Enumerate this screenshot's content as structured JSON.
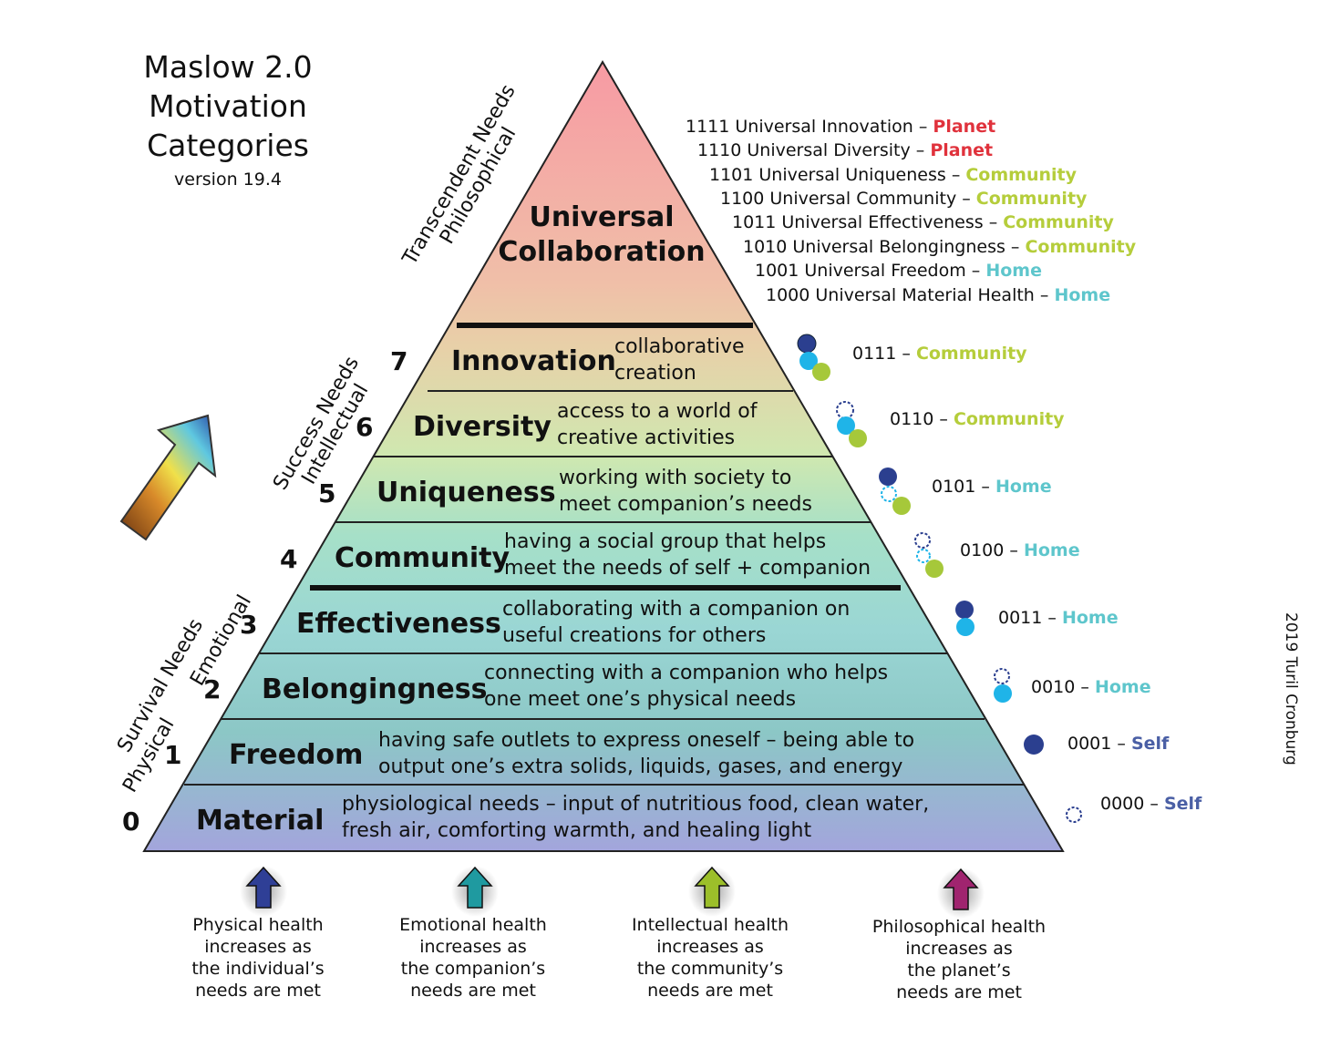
{
  "title": {
    "line1": "Maslow 2.0",
    "line2": "Motivation",
    "line3": "Categories",
    "version": "version 19.4"
  },
  "side_labels": {
    "transcendent": {
      "line1": "Transcendent Needs",
      "line2": "Philosophical"
    },
    "success": {
      "line1": "Success Needs",
      "line2": "Intellectual"
    },
    "survival_a": {
      "line1": "Survival Needs",
      "line2": "Emotional"
    },
    "survival_b": {
      "line1": "Physical"
    }
  },
  "top_tier": {
    "line1": "Universal",
    "line2": "Collaboration"
  },
  "universal_codes": [
    {
      "code": "1111 Universal Innovation – ",
      "tag": "Planet",
      "color": "#e0323c"
    },
    {
      "code": "1110 Universal Diversity – ",
      "tag": "Planet",
      "color": "#e0323c"
    },
    {
      "code": "1101 Universal Uniqueness – ",
      "tag": "Community",
      "color": "#b5cd3b"
    },
    {
      "code": "1100 Universal Community – ",
      "tag": "Community",
      "color": "#b5cd3b"
    },
    {
      "code": "1011 Universal Effectiveness – ",
      "tag": "Community",
      "color": "#b5cd3b"
    },
    {
      "code": "1010 Universal Belongingness – ",
      "tag": "Community",
      "color": "#b5cd3b"
    },
    {
      "code": "1001 Universal Freedom – ",
      "tag": "Home",
      "color": "#5ec6cc"
    },
    {
      "code": "1000 Universal Material Health – ",
      "tag": "Home",
      "color": "#5ec6cc"
    }
  ],
  "tiers": [
    {
      "num": "7",
      "name": "Innovation",
      "desc1": "collaborative",
      "desc2": "creation",
      "code": "0111 – ",
      "tag": "Community",
      "color": "#b5cd3b"
    },
    {
      "num": "6",
      "name": "Diversity",
      "desc1": "access to a world of",
      "desc2": "creative activities",
      "code": "0110 – ",
      "tag": "Community",
      "color": "#b5cd3b"
    },
    {
      "num": "5",
      "name": "Uniqueness",
      "desc1": "working with society to",
      "desc2": "meet companion’s needs",
      "code": "0101 – ",
      "tag": "Home",
      "color": "#5ec6cc"
    },
    {
      "num": "4",
      "name": "Community",
      "desc1": "having a social group that helps",
      "desc2": "meet the needs of self + companion",
      "code": "0100 – ",
      "tag": "Home",
      "color": "#5ec6cc"
    },
    {
      "num": "3",
      "name": "Effectiveness",
      "desc1": "collaborating with a companion on",
      "desc2": "useful creations for others",
      "code": "0011 – ",
      "tag": "Home",
      "color": "#5ec6cc"
    },
    {
      "num": "2",
      "name": "Belongingness",
      "desc1": "connecting with a companion who helps",
      "desc2": "one meet one’s physical needs",
      "code": "0010 – ",
      "tag": "Home",
      "color": "#5ec6cc"
    },
    {
      "num": "1",
      "name": "Freedom",
      "desc1": "having safe outlets to express oneself – being able to",
      "desc2": "output one’s extra solids, liquids, gases, and energy",
      "code": "0001 – ",
      "tag": "Self",
      "color": "#4a5fa5"
    },
    {
      "num": "0",
      "name": "Material",
      "desc1": "physiological needs – input of nutritious food, clean water,",
      "desc2": "fresh air, comforting warmth, and healing light",
      "code": "0000 – ",
      "tag": "Self",
      "color": "#4a5fa5"
    }
  ],
  "bottom_captions": [
    {
      "l1": "Physical health",
      "l2": "increases as",
      "l3": "the individual’s",
      "l4": "needs are met",
      "arrow_color": "#2f3f96"
    },
    {
      "l1": "Emotional health",
      "l2": "increases as",
      "l3": "the companion’s",
      "l4": "needs are met",
      "arrow_color": "#1f9aa0"
    },
    {
      "l1": "Intellectual health",
      "l2": "increases as",
      "l3": "the community’s",
      "l4": "needs are met",
      "arrow_color": "#9cbf2a"
    },
    {
      "l1": "Philosophical health",
      "l2": "increases as",
      "l3": "the planet’s",
      "l4": "needs are met",
      "arrow_color": "#a0246f"
    }
  ],
  "copyright": "2019 Turil Cronburg",
  "colors": {
    "top": "#f7a3a8",
    "upper_mid": "#d7e8a8",
    "mid": "#9adad4",
    "lower": "#8fc9c8",
    "base": "#a4a8dc"
  }
}
